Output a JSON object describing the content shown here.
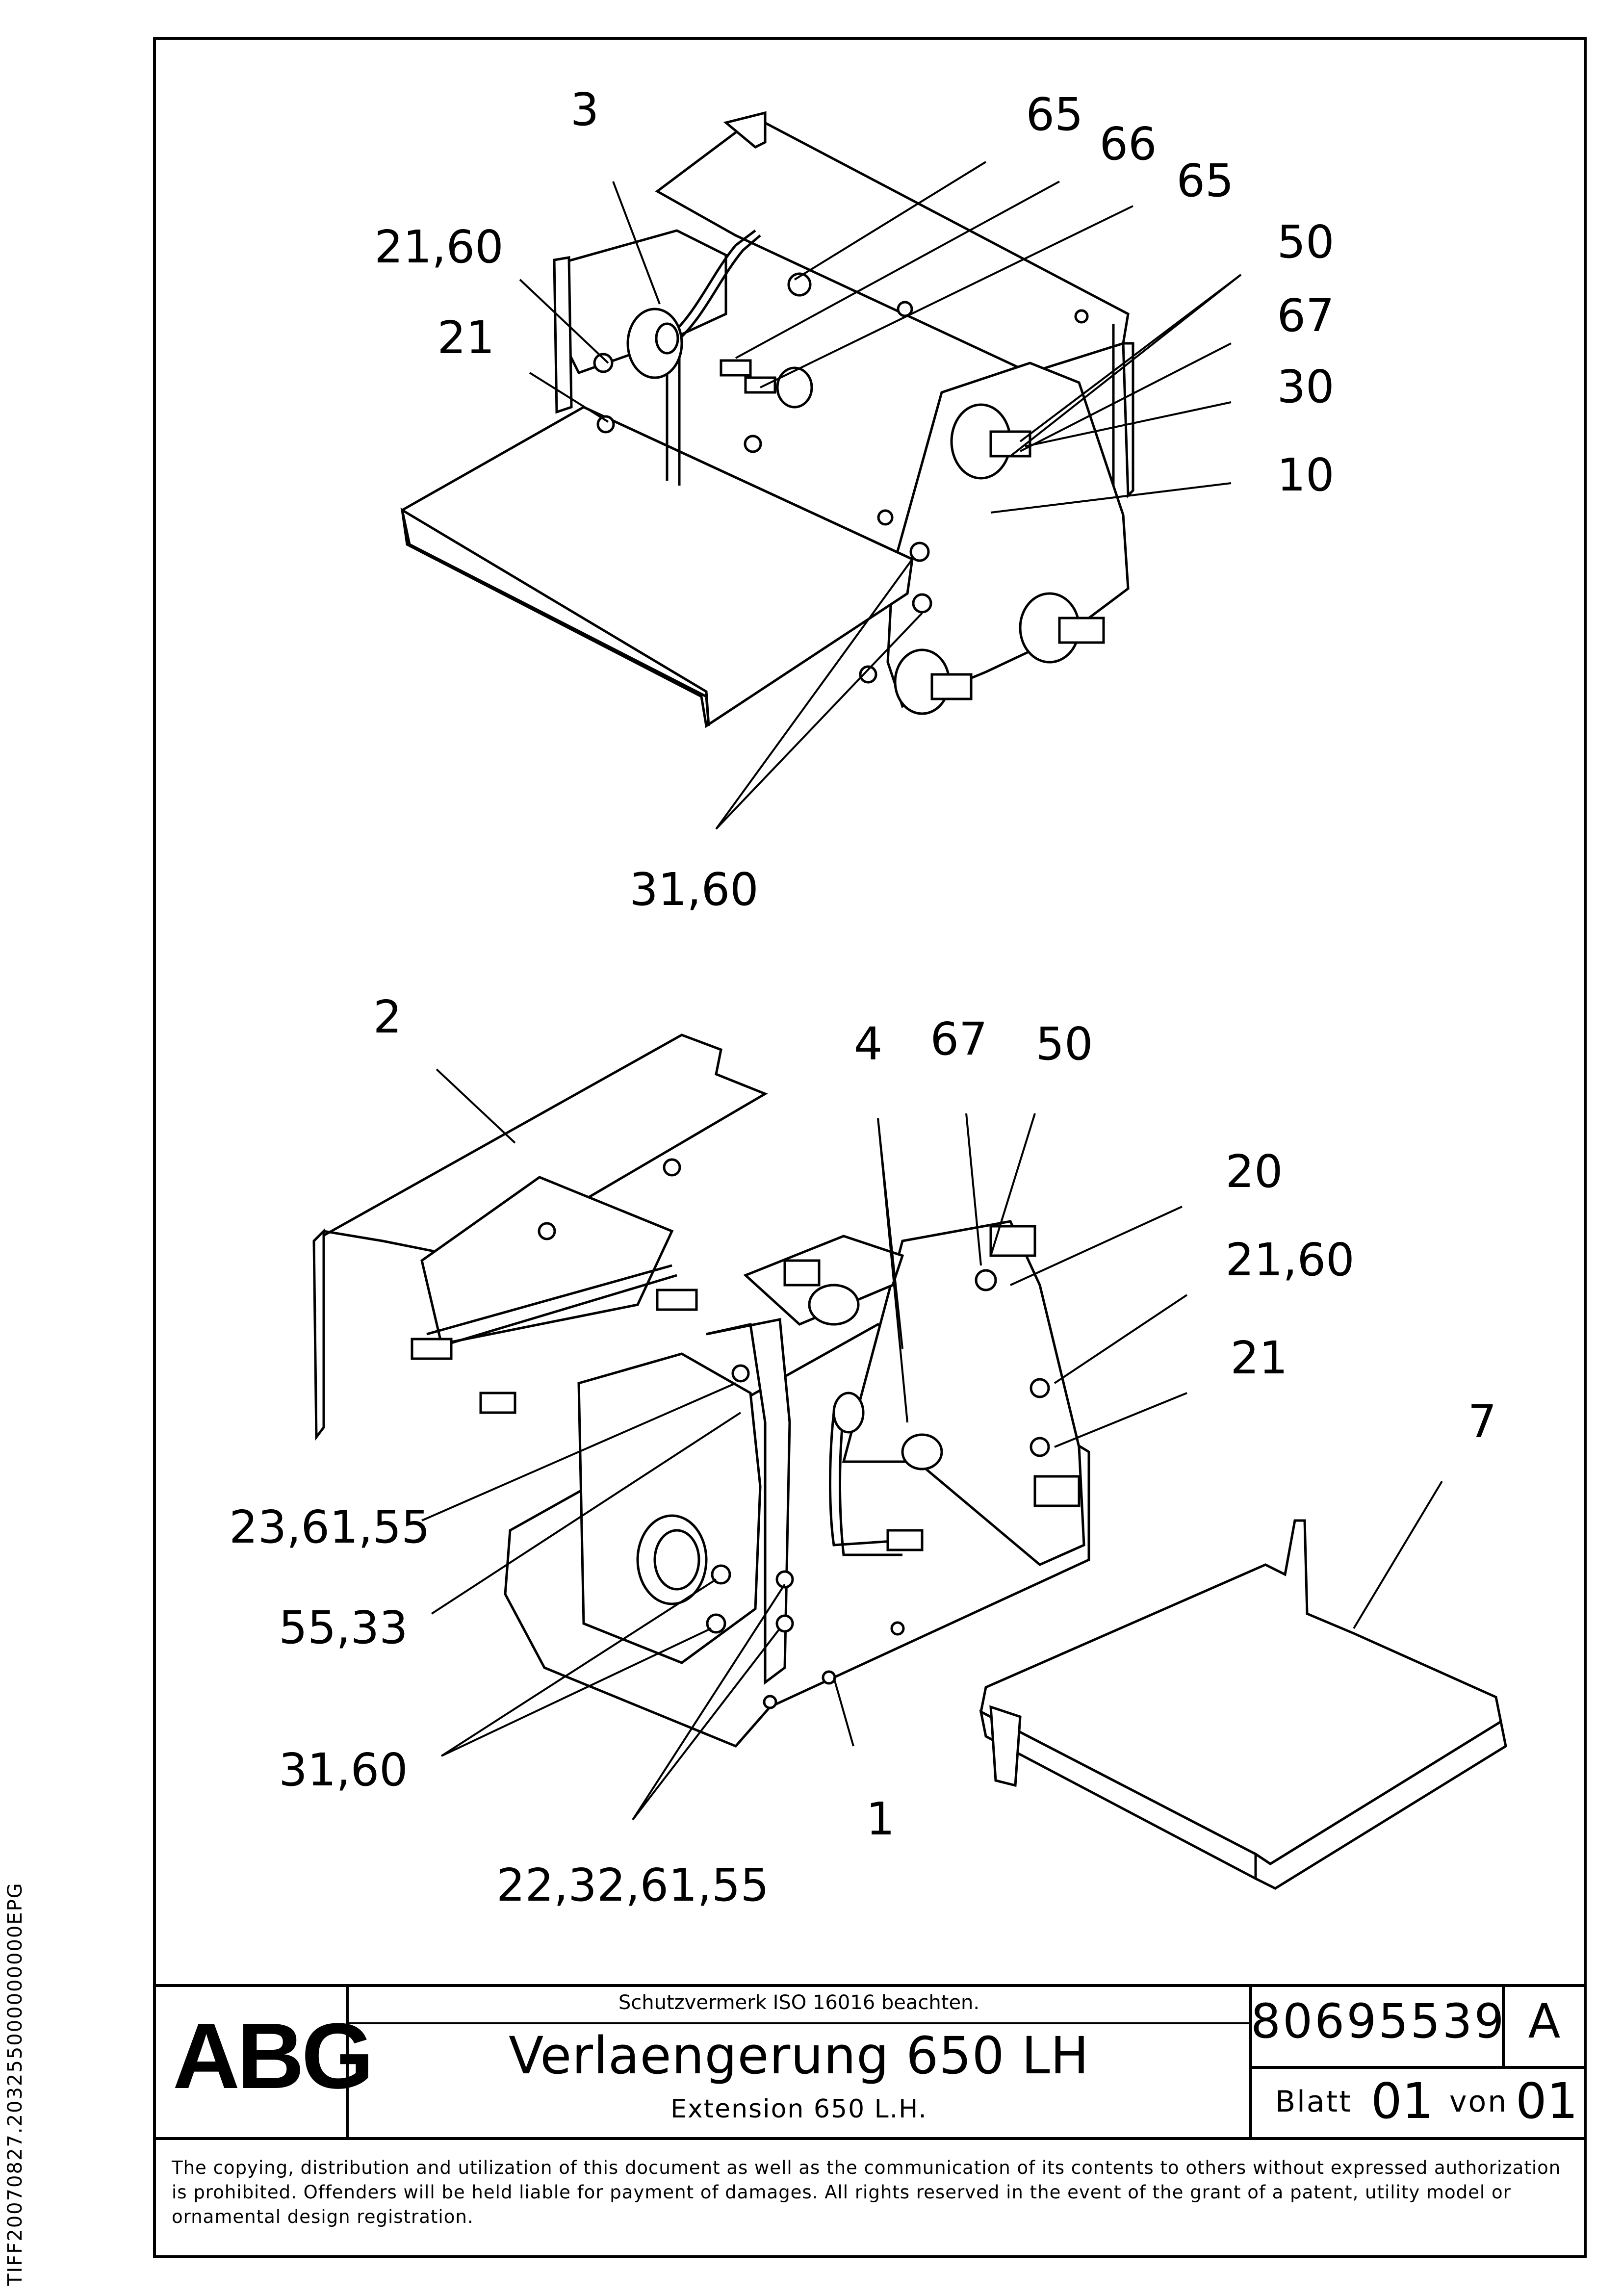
{
  "side_code": "TIFF20070827.203255000000000EPG",
  "drawing": {
    "upper_callouts": [
      "3",
      "65",
      "66",
      "65",
      "21,60",
      "21",
      "50",
      "67",
      "30",
      "10",
      "31,60"
    ],
    "lower_callouts": [
      "2",
      "4",
      "67",
      "50",
      "20",
      "21,60",
      "21",
      "7",
      "23,61,55",
      "55,33",
      "31,60",
      "1",
      "22,32,61,55"
    ]
  },
  "title_block": {
    "logo": "ABG",
    "notice": "Schutzvermerk ISO 16016 beachten.",
    "title_de": "Verlaengerung 650 LH",
    "title_en": "Extension 650 L.H.",
    "drawing_number": "80695539",
    "revision": "A",
    "sheet_label": "Blatt",
    "sheet_number": "01",
    "of_label": "von",
    "sheet_total": "01"
  },
  "copyright": "The copying, distribution and utilization of this document as well as the communication of its contents to others without expressed authorization is prohibited. Offenders will be held liable for payment of damages. All rights reserved in the event of the grant of a patent, utility model or ornamental design registration."
}
